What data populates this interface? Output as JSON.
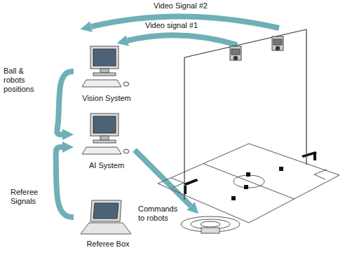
{
  "diagram": {
    "nodes": [
      {
        "text": [
          "Vision System"
        ]
      },
      {
        "text": [
          "AI System"
        ]
      },
      {
        "text": [
          "Referee Box"
        ]
      }
    ],
    "edges": [
      {
        "from": 0,
        "to": 1,
        "label": "Ball & robots positions",
        "arrow": "to"
      },
      {
        "from": 2,
        "to": 1,
        "label": "Referee Signals",
        "arrow": "to"
      }
    ],
    "labels": [
      "Video Signal #2",
      "Video signal #1",
      "Commands to robots"
    ]
  }
}
